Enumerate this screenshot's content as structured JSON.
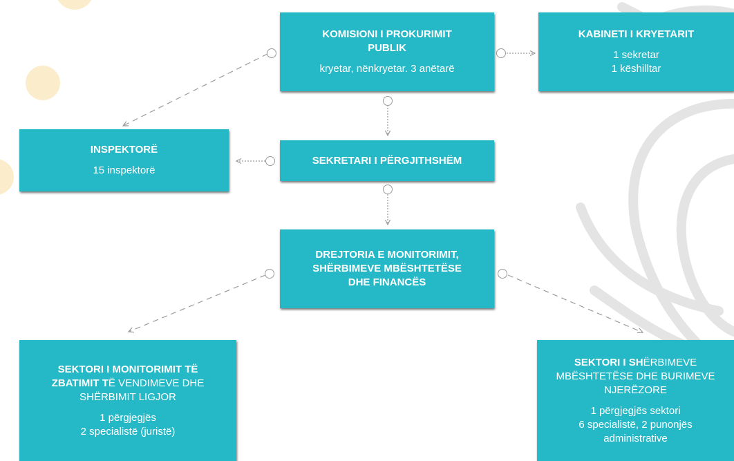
{
  "colors": {
    "box": "#25b8c6",
    "text": "#ffffff",
    "connector": "#9a9a9a",
    "dot": "#fbeccb",
    "leaf": "#e4e4e4"
  },
  "boxes": {
    "komisioni": {
      "title": [
        "KOMISIONI I PROKURIMIT",
        "PUBLIK"
      ],
      "body": [
        "kryetar, nënkryetar. 3 anëtarë"
      ]
    },
    "kabineti": {
      "title": [
        "KABINETI I KRYETARIT"
      ],
      "body": [
        "1 sekretar",
        "1 këshilltar"
      ]
    },
    "inspektore": {
      "title": [
        "INSPEKTORË"
      ],
      "body": [
        "15 inspektorë"
      ]
    },
    "sekretari": {
      "title": [
        "SEKRETARI I PËRGJITHSHËM"
      ],
      "body": []
    },
    "drejtoria": {
      "title": [
        "DREJTORIA E MONITORIMIT,",
        "SHËRBIMEVE MBËSHTETËSE",
        "DHE FINANCËS"
      ],
      "body": []
    },
    "sektori_monitorimit": {
      "title_line1": "SEKTORI I MONITORIMIT TË",
      "title_line2_bold": "ZBATIMIT T",
      "title_line2_light": "Ë VENDIMEVE DHE",
      "title_line3": "SHËRBIMIT LIGJOR",
      "body": [
        "1 përgjegjës",
        "2 specialistë (juristë)"
      ]
    },
    "sektori_sherbimeve": {
      "title_line1_bold": "SEKTORI I SH",
      "title_line1_light": "ËRBIMEVE",
      "title_line2": "MBËSHTETËSE DHE BURIMEVE",
      "title_line3": "NJERËZORE",
      "body": [
        "1 përgjegjës sektori",
        "6 specialistë, 2 punonjës",
        "administrative"
      ]
    }
  }
}
